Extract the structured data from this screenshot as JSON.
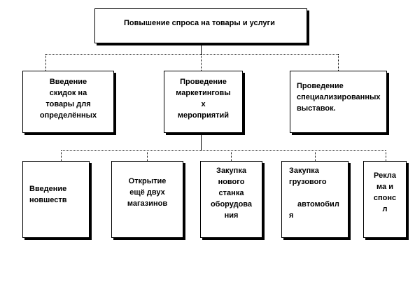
{
  "root": {
    "text": "Повышение спроса на товары и услуги"
  },
  "level2": [
    {
      "lines": [
        "Введение",
        "скидок на",
        "товары для",
        "определённых"
      ]
    },
    {
      "lines": [
        "Проведение",
        "маркетинговы",
        "х",
        "мероприятий"
      ]
    },
    {
      "lines": [
        "Проведение",
        "специализированных",
        "выставок."
      ]
    }
  ],
  "level3": [
    {
      "lines": [
        "Введение",
        "новшеств"
      ]
    },
    {
      "lines": [
        "Открытие",
        "ещё двух",
        "магазинов"
      ]
    },
    {
      "lines": [
        "Закупка",
        "нового",
        "станка",
        "оборудова",
        "ния"
      ]
    },
    {
      "lines": [
        "Закупка",
        "грузового",
        "",
        "автомобил",
        "я"
      ]
    },
    {
      "lines": [
        "Рекла",
        "ма и",
        "спонс",
        "л"
      ]
    }
  ]
}
